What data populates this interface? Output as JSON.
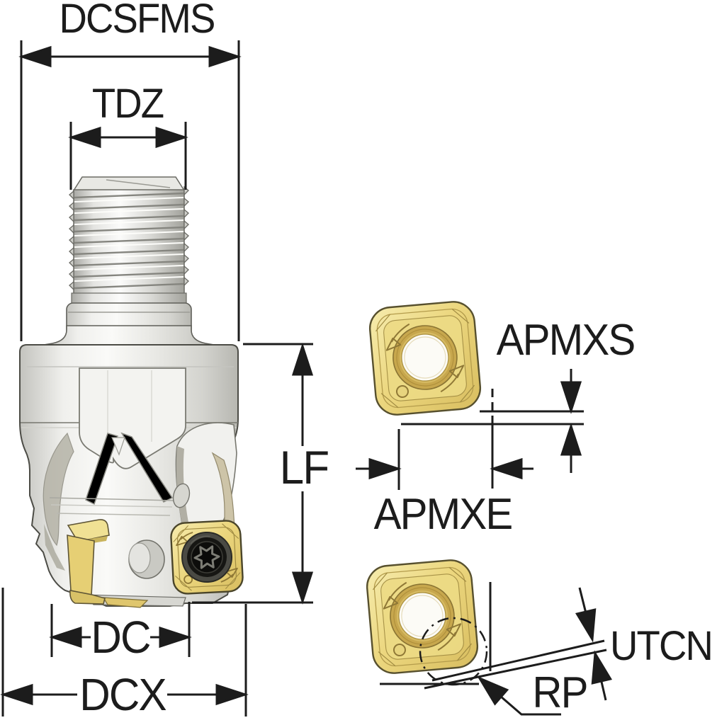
{
  "drawing": {
    "type": "technical-dimension-drawing",
    "dimension_labels": {
      "dcsfms": "DCSFMS",
      "tdz": "TDZ",
      "lf": "LF",
      "dc": "DC",
      "dcx": "DCX",
      "apmxs": "APMXS",
      "apmxe": "APMXE",
      "utcn": "UTCN",
      "rp": "RP"
    },
    "colors": {
      "dimension_line": "#1c1c1c",
      "background": "#ffffff",
      "insert_gold": "#e9d47c",
      "insert_gold_dark": "#c7a74d",
      "body_gray": "#ececea",
      "screw_black": "#141412"
    }
  }
}
